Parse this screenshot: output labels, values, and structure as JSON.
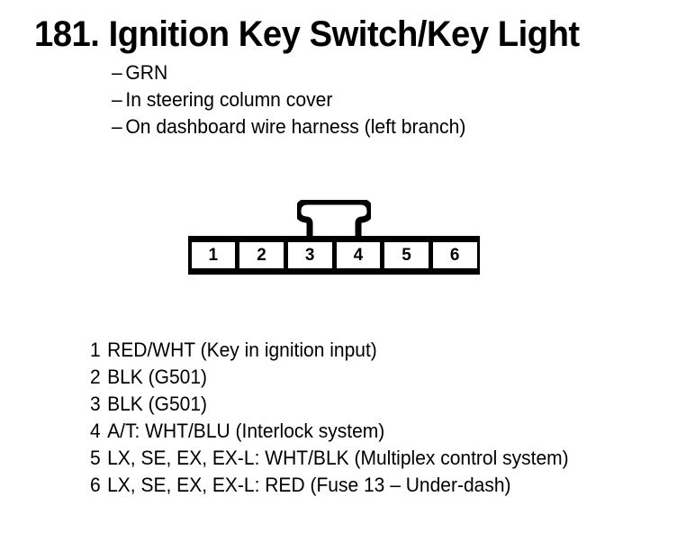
{
  "page": {
    "number": "181.",
    "title": "181. Ignition Key Switch/Key Light",
    "background_color": "#ffffff",
    "ink_color": "#000000"
  },
  "notes": {
    "dash": "–",
    "items": [
      {
        "dash": "–",
        "text": "GRN"
      },
      {
        "dash": "–",
        "text": "In steering column cover"
      },
      {
        "dash": "–",
        "text": "On dashboard wire harness (left branch)"
      }
    ]
  },
  "connector": {
    "name": "6-pin connector",
    "latch_position": "top-center",
    "pins": [
      {
        "number": "1"
      },
      {
        "number": "2"
      },
      {
        "number": "3"
      },
      {
        "number": "4"
      },
      {
        "number": "5"
      },
      {
        "number": "6"
      }
    ]
  },
  "pin_legend": [
    {
      "number": "1",
      "description": "RED/WHT (Key in ignition input)"
    },
    {
      "number": "2",
      "description": "BLK (G501)"
    },
    {
      "number": "3",
      "description": "BLK (G501)"
    },
    {
      "number": "4",
      "description": "A/T: WHT/BLU (Interlock system)"
    },
    {
      "number": "5",
      "description": "LX, SE, EX, EX-L: WHT/BLK (Multiplex control system)"
    },
    {
      "number": "6",
      "description": "LX, SE, EX, EX-L: RED (Fuse 13 – Under-dash)"
    }
  ]
}
